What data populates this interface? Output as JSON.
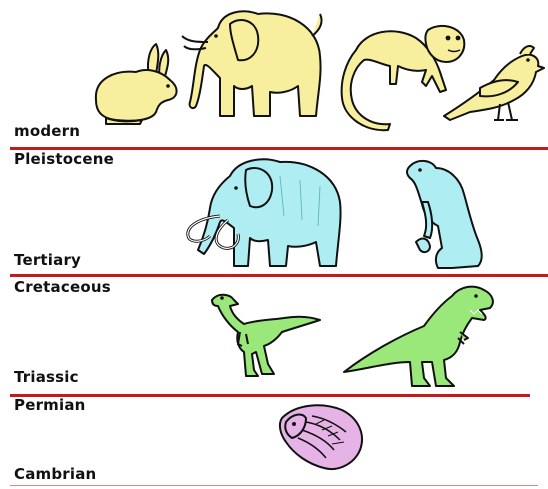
{
  "colors": {
    "divider": "#c41a1a",
    "modern_fill": "#f7ef9e",
    "ice_age_fill": "#aeeef2",
    "dino_fill": "#9be87a",
    "trilobite_fill": "#e6b3e6",
    "outline": "#111111"
  },
  "labels": {
    "modern": "modern",
    "pleistocene": "Pleistocene",
    "tertiary": "Tertiary",
    "cretaceous": "Cretaceous",
    "triassic": "Triassic",
    "permian": "Permian",
    "cambrian": "Cambrian"
  },
  "animals": {
    "modern": [
      "rabbit-icon",
      "elephant-icon",
      "monkey-icon",
      "bird-icon"
    ],
    "ice_age": [
      "mammoth-icon",
      "ground-sloth-icon"
    ],
    "dinosaurs": [
      "small-dinosaur-icon",
      "tyrannosaurus-icon"
    ],
    "paleozoic": [
      "trilobite-icon"
    ]
  }
}
